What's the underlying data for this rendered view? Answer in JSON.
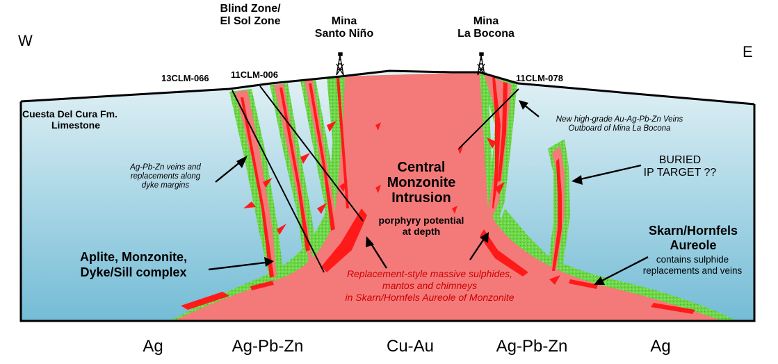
{
  "compass": {
    "west": "W",
    "east": "E"
  },
  "zones": {
    "blind_zone_line1": "Blind Zone/",
    "blind_zone_line2": "El Sol Zone",
    "santo_nino_line1": "Mina",
    "santo_nino_line2": "Santo Niño",
    "la_bocona_line1": "Mina",
    "la_bocona_line2": "La Bocona"
  },
  "drillholes": {
    "dh1": "13CLM-066",
    "dh2": "11CLM-006",
    "dh3": "11CLM-078"
  },
  "labels": {
    "cuesta_line1": "Cuesta Del Cura Fm.",
    "cuesta_line2": "Limestone",
    "veins_line1": "Ag-Pb-Zn veins and",
    "veins_line2": "replacements along",
    "veins_line3": "dyke margins",
    "newveins_line1": "New high-grade Au-Ag-Pb-Zn Veins",
    "newveins_line2": "Outboard of Mina La Bocona",
    "central_line1": "Central",
    "central_line2": "Monzonite",
    "central_line3": "Intrusion",
    "porphyry_line1": "porphyry potential",
    "porphyry_line2": "at depth",
    "buried_line1": "BURIED",
    "buried_line2": "IP TARGET ??",
    "aplite_line1": "Aplite, Monzonite,",
    "aplite_line2": "Dyke/Sill complex",
    "skarn_line1": "Skarn/Hornfels",
    "skarn_line2": "Aureole",
    "skarn_line3": "contains sulphide",
    "skarn_line4": "replacements and veins",
    "replacement_line1": "Replacement-style massive sulphides,",
    "replacement_line2": "mantos and chimneys",
    "replacement_line3": "in Skarn/Hornfels Aureole of Monzonite"
  },
  "metal_zones": [
    "Ag",
    "Ag-Pb-Zn",
    "Cu-Au",
    "Ag-Pb-Zn",
    "Ag"
  ],
  "colors": {
    "sky_top": "#cfe6ee",
    "sky_bottom": "#7ec0d8",
    "intrusion": "#f58080",
    "skarn": "#6fd84a",
    "vein": "#ff1a1a"
  }
}
